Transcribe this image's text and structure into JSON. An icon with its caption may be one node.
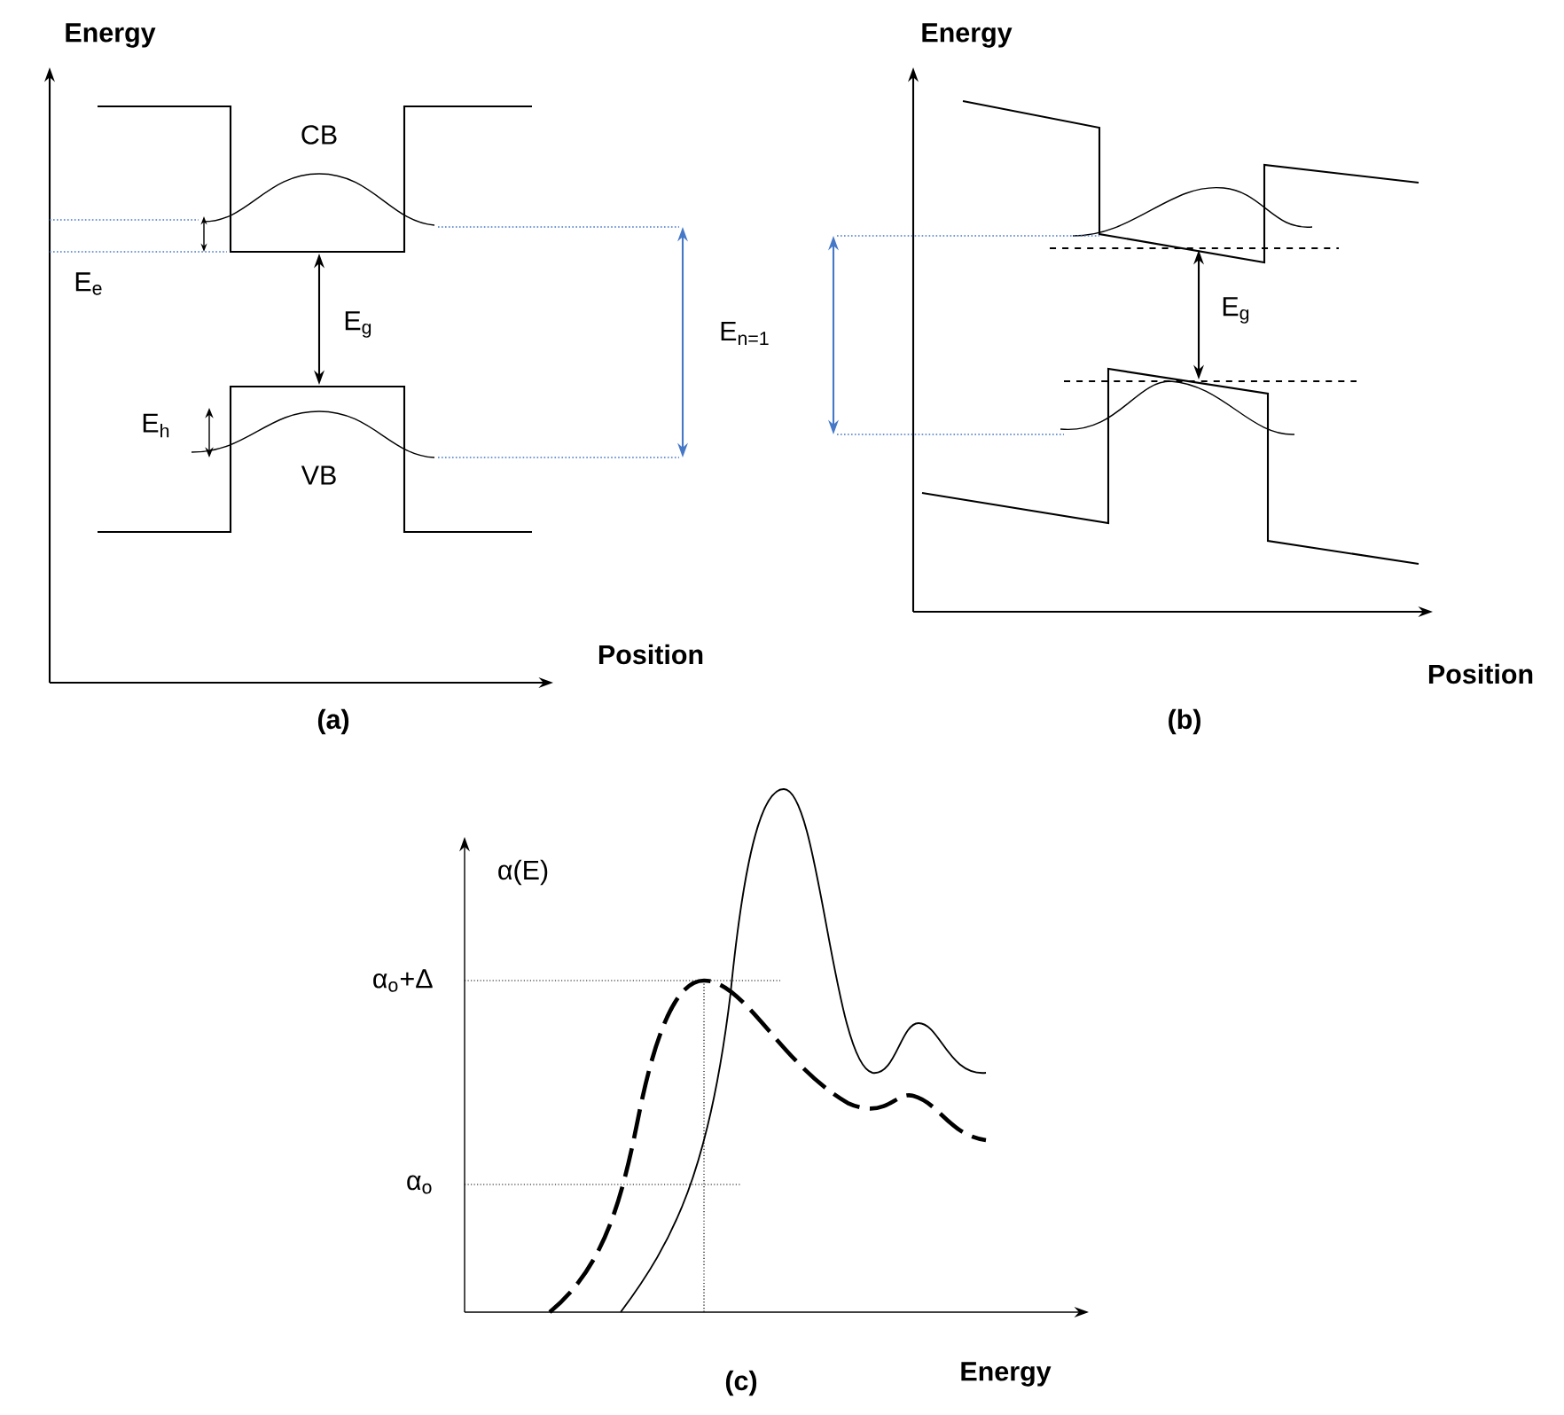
{
  "diagram": {
    "labels": [
      "Energy",
      "Energy",
      "CB",
      "E$_{e}$",
      "E$_{g}$",
      "E$_{n=1}$",
      "E$_{g}$",
      "E$_{h}$",
      "VB",
      "Position",
      "Position",
      "(a)",
      "(b)",
      "α(E)",
      "α$_{o}$+Δ",
      "α$_{o}$",
      "(c)",
      "Energy"
    ]
  }
}
